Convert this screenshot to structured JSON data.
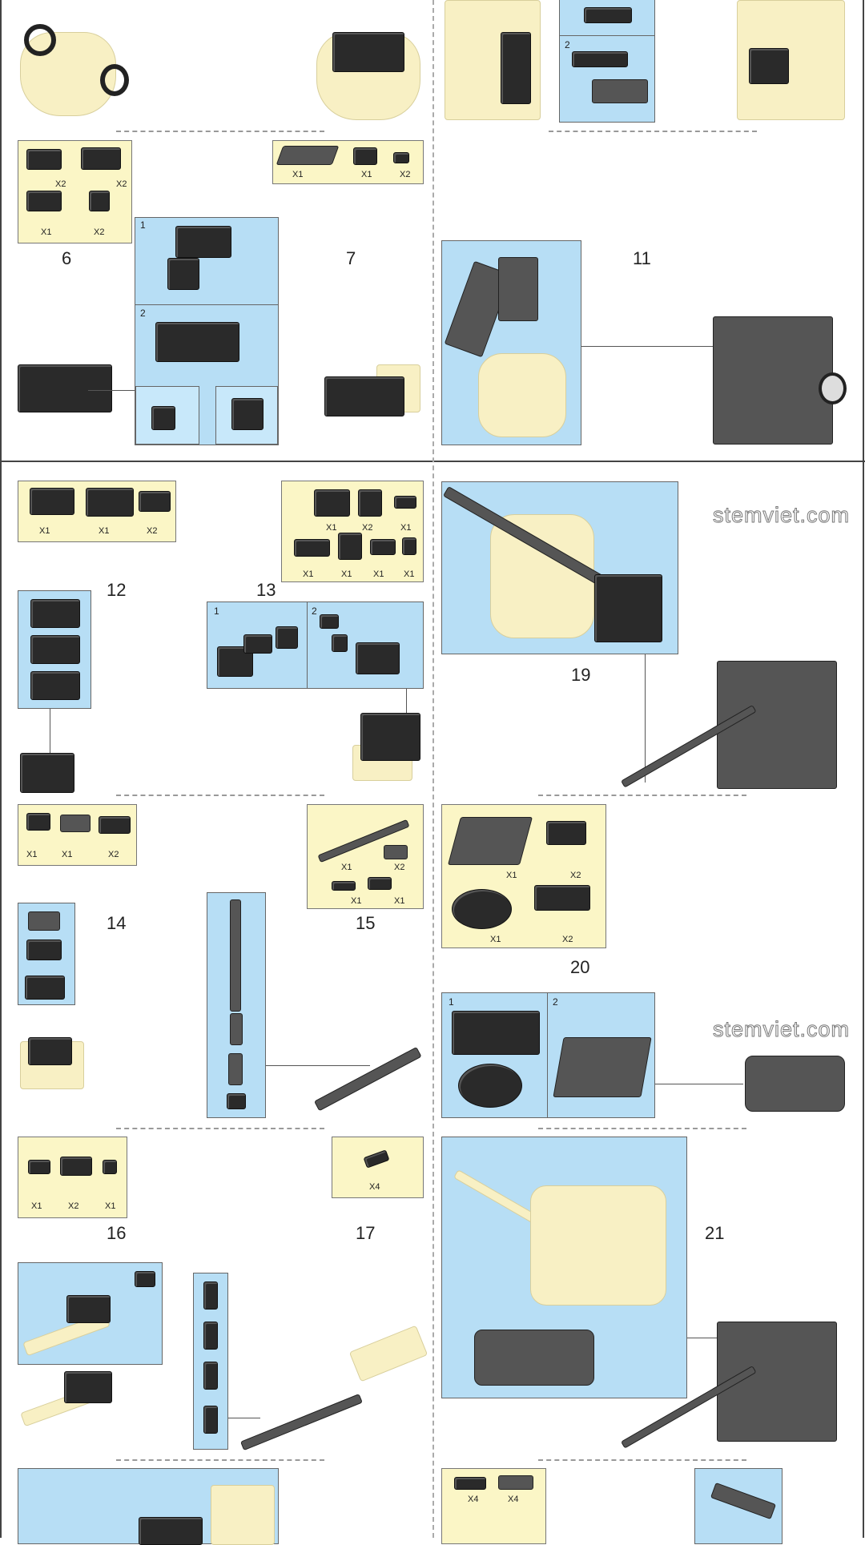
{
  "watermark": "stemviet.com",
  "top": {
    "substep_top": "2",
    "step6": {
      "number": "6",
      "parts": [
        "X2",
        "X2",
        "X1",
        "X2"
      ],
      "sub": [
        "1",
        "2"
      ]
    },
    "step7": {
      "number": "7",
      "parts": [
        "X1",
        "X1",
        "X2"
      ]
    },
    "step11": {
      "number": "11"
    }
  },
  "step12": {
    "number": "12",
    "parts": [
      "X1",
      "X1",
      "X2"
    ]
  },
  "step13": {
    "number": "13",
    "parts": [
      "X1",
      "X2",
      "X1",
      "X1",
      "X1",
      "X1",
      "X1"
    ],
    "sub": [
      "1",
      "2"
    ]
  },
  "step19": {
    "number": "19"
  },
  "step14": {
    "number": "14",
    "parts": [
      "X1",
      "X1",
      "X2"
    ]
  },
  "step15": {
    "number": "15",
    "parts": [
      "X1",
      "X2",
      "X1",
      "X1"
    ]
  },
  "step20": {
    "number": "20",
    "parts": [
      "X1",
      "X2",
      "X1",
      "X2"
    ],
    "sub": [
      "1",
      "2"
    ]
  },
  "step16": {
    "number": "16",
    "parts": [
      "X1",
      "X2",
      "X1"
    ]
  },
  "step17": {
    "number": "17",
    "parts": [
      "X4"
    ]
  },
  "step21": {
    "number": "21"
  },
  "bottom": {
    "parts": [
      "X4",
      "X4"
    ]
  }
}
